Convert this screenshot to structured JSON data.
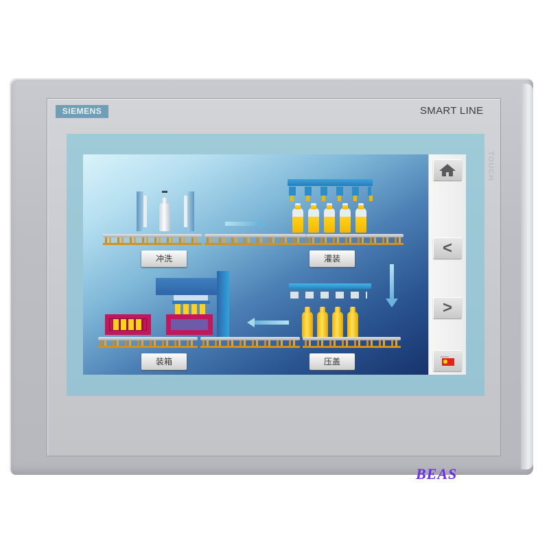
{
  "device": {
    "brand": "SIEMENS",
    "model_line": "SMART LINE",
    "touch_label": "TOUCH"
  },
  "screen": {
    "stations": [
      {
        "id": "rinse",
        "label": "冲洗"
      },
      {
        "id": "fill",
        "label": "灌装"
      },
      {
        "id": "capping",
        "label": "压盖"
      },
      {
        "id": "boxing",
        "label": "装箱"
      }
    ],
    "flow_arrows": [
      "right",
      "down",
      "left"
    ]
  },
  "sidebar": {
    "buttons": [
      {
        "id": "home",
        "icon": "home-icon"
      },
      {
        "id": "previous",
        "icon": "chevron-left-icon",
        "glyph": "<"
      },
      {
        "id": "next",
        "icon": "chevron-right-icon",
        "glyph": ">"
      },
      {
        "id": "language",
        "icon": "flag-icon"
      }
    ]
  },
  "watermark": "BEAS",
  "colors": {
    "brand_badge": "#6f9fb6",
    "frame": "#c3c4c8",
    "display_surround": "#9fcad8",
    "conveyor": "#d88a10",
    "liquid": "#ffd21a",
    "box": "#c2185b",
    "watermark": "#6a2df0"
  }
}
